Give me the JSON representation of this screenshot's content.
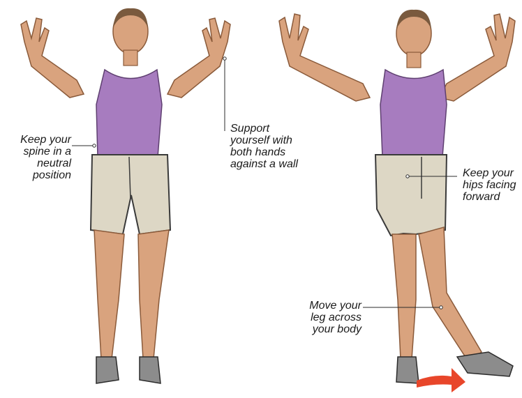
{
  "colors": {
    "skin": "#d9a37e",
    "skin_shadow": "#b8805c",
    "top": "#a77cbf",
    "top_shadow": "#8a5ea4",
    "shorts": "#ddd7c5",
    "shorts_seam": "#3a3a3a",
    "hair": "#7a5a3e",
    "shoe": "#8c8c8c",
    "arrow": "#e8462a",
    "line": "#2b2b2b"
  },
  "figures": [
    {
      "name": "standing-figure",
      "pose": "neutral"
    },
    {
      "name": "leg-cross-figure",
      "pose": "leg-across"
    }
  ],
  "captions": {
    "spine": "Keep your\nspine in a\nneutral\nposition",
    "wall": "Support\nyourself with\nboth hands\nagainst a wall",
    "hips": "Keep your\nhips facing\nforward",
    "leg": "Move your\nleg across\nyour body"
  },
  "icons": [
    "motion-arrow-icon"
  ]
}
